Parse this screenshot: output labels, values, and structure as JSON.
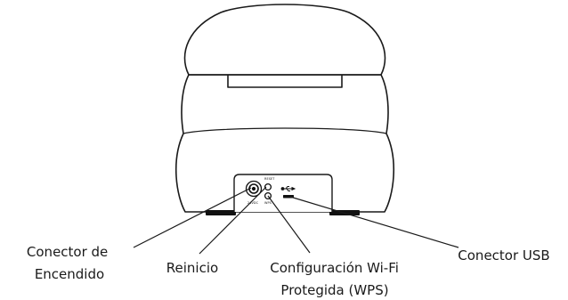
{
  "callouts": {
    "power": {
      "line1": "Conector de",
      "line2": "Encendido"
    },
    "reset": {
      "label": "Reinicio"
    },
    "wps": {
      "line1": "Configuración Wi-Fi",
      "line2": "Protegida (WPS)"
    },
    "usb": {
      "label": "Conector USB"
    }
  },
  "port_markings": {
    "reset": "RESET",
    "power_rating": "24VDC",
    "wps": "WPS"
  },
  "icons": {
    "usb": "usb-trident-icon",
    "power": "dc-power-jack",
    "reset": "pinhole-button",
    "wps": "pinhole-button"
  },
  "colors": {
    "outline": "#1a1a1a",
    "background": "#ffffff"
  }
}
